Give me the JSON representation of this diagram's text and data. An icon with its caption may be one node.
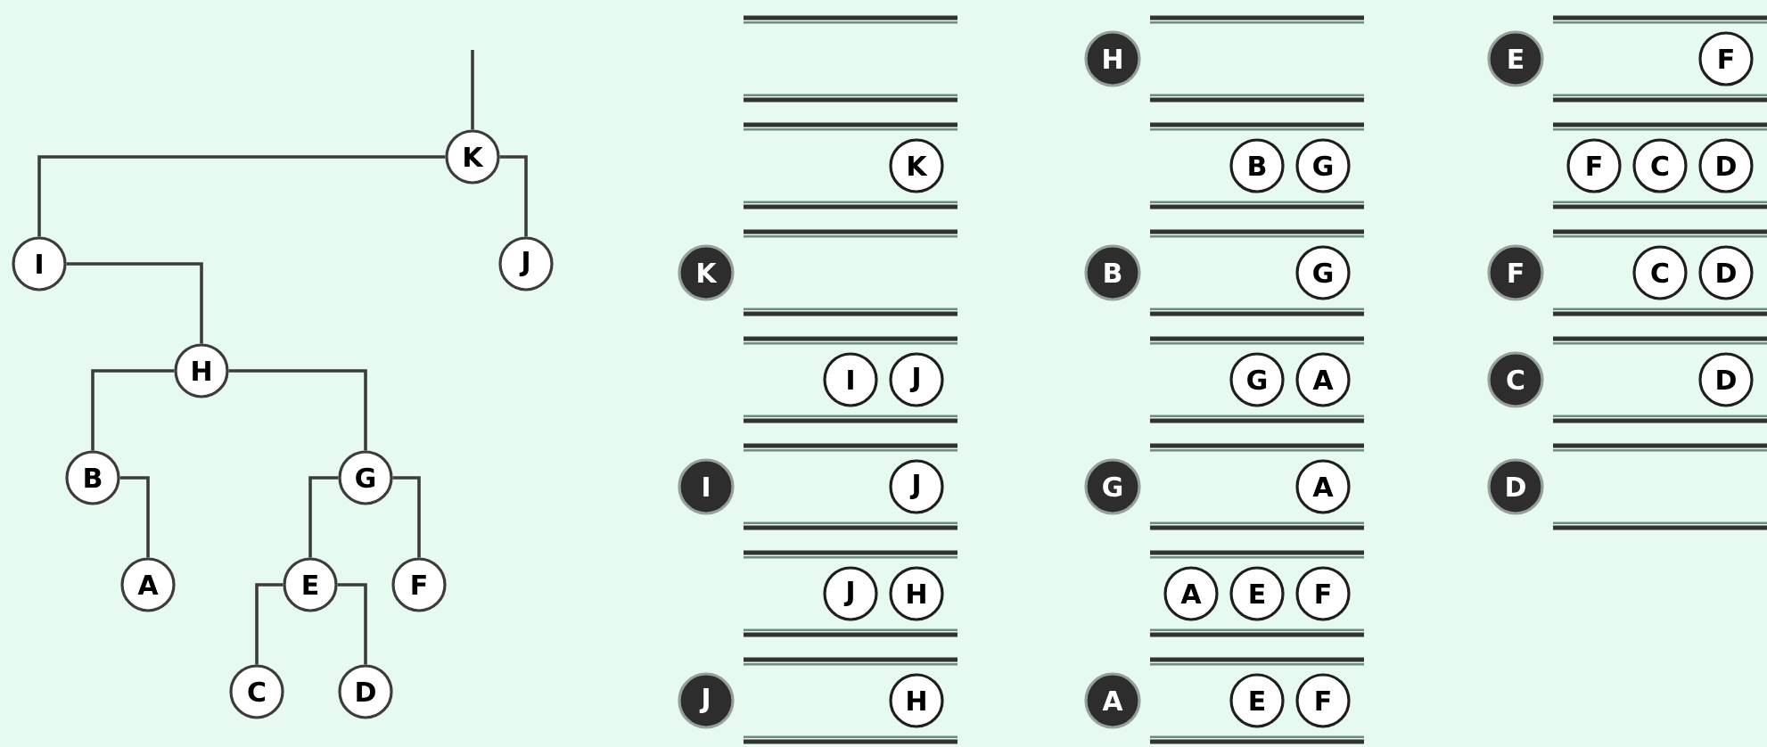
{
  "diagram": {
    "nodes": [
      {
        "text": [
          "K"
        ]
      },
      {
        "text": [
          "I"
        ]
      },
      {
        "text": [
          "J"
        ]
      },
      {
        "text": [
          "H"
        ]
      },
      {
        "text": [
          "B"
        ]
      },
      {
        "text": [
          "G"
        ]
      },
      {
        "text": [
          "A"
        ]
      },
      {
        "text": [
          "E"
        ]
      },
      {
        "text": [
          "F"
        ]
      },
      {
        "text": [
          "C"
        ]
      },
      {
        "text": [
          "D"
        ]
      },
      {
        "text": [
          "K"
        ]
      },
      {
        "text": [
          "K"
        ]
      },
      {
        "text": [
          "I"
        ]
      },
      {
        "text": [
          "J"
        ]
      },
      {
        "text": [
          "I"
        ]
      },
      {
        "text": [
          "J"
        ]
      },
      {
        "text": [
          "J"
        ]
      },
      {
        "text": [
          "H"
        ]
      },
      {
        "text": [
          "J"
        ]
      },
      {
        "text": [
          "H"
        ]
      },
      {
        "text": [
          "H"
        ]
      },
      {
        "text": [
          "B"
        ]
      },
      {
        "text": [
          "G"
        ]
      },
      {
        "text": [
          "B"
        ]
      },
      {
        "text": [
          "G"
        ]
      },
      {
        "text": [
          "G"
        ]
      },
      {
        "text": [
          "A"
        ]
      },
      {
        "text": [
          "G"
        ]
      },
      {
        "text": [
          "A"
        ]
      },
      {
        "text": [
          "A"
        ]
      },
      {
        "text": [
          "E"
        ]
      },
      {
        "text": [
          "F"
        ]
      },
      {
        "text": [
          "A"
        ]
      },
      {
        "text": [
          "E"
        ]
      },
      {
        "text": [
          "F"
        ]
      },
      {
        "text": [
          "E"
        ]
      },
      {
        "text": [
          "F"
        ]
      },
      {
        "text": [
          "F"
        ]
      },
      {
        "text": [
          "C"
        ]
      },
      {
        "text": [
          "D"
        ]
      },
      {
        "text": [
          "F"
        ]
      },
      {
        "text": [
          "C"
        ]
      },
      {
        "text": [
          "D"
        ]
      },
      {
        "text": [
          "C"
        ]
      },
      {
        "text": [
          "D"
        ]
      },
      {
        "text": [
          "D"
        ]
      }
    ],
    "edges": [
      {
        "from": null,
        "to": 0,
        "arrow": "none"
      },
      {
        "from": 0,
        "to": 1,
        "arrow": "none"
      },
      {
        "from": 0,
        "to": 2,
        "arrow": "none"
      },
      {
        "from": 1,
        "to": 3,
        "arrow": "none"
      },
      {
        "from": 3,
        "to": 4,
        "arrow": "none"
      },
      {
        "from": 3,
        "to": 5,
        "arrow": "none"
      },
      {
        "from": 4,
        "to": 6,
        "arrow": "none"
      },
      {
        "from": 5,
        "to": 7,
        "arrow": "none"
      },
      {
        "from": 5,
        "to": 8,
        "arrow": "none"
      },
      {
        "from": 7,
        "to": 9,
        "arrow": "none"
      },
      {
        "from": 7,
        "to": 10,
        "arrow": "none"
      }
    ]
  }
}
